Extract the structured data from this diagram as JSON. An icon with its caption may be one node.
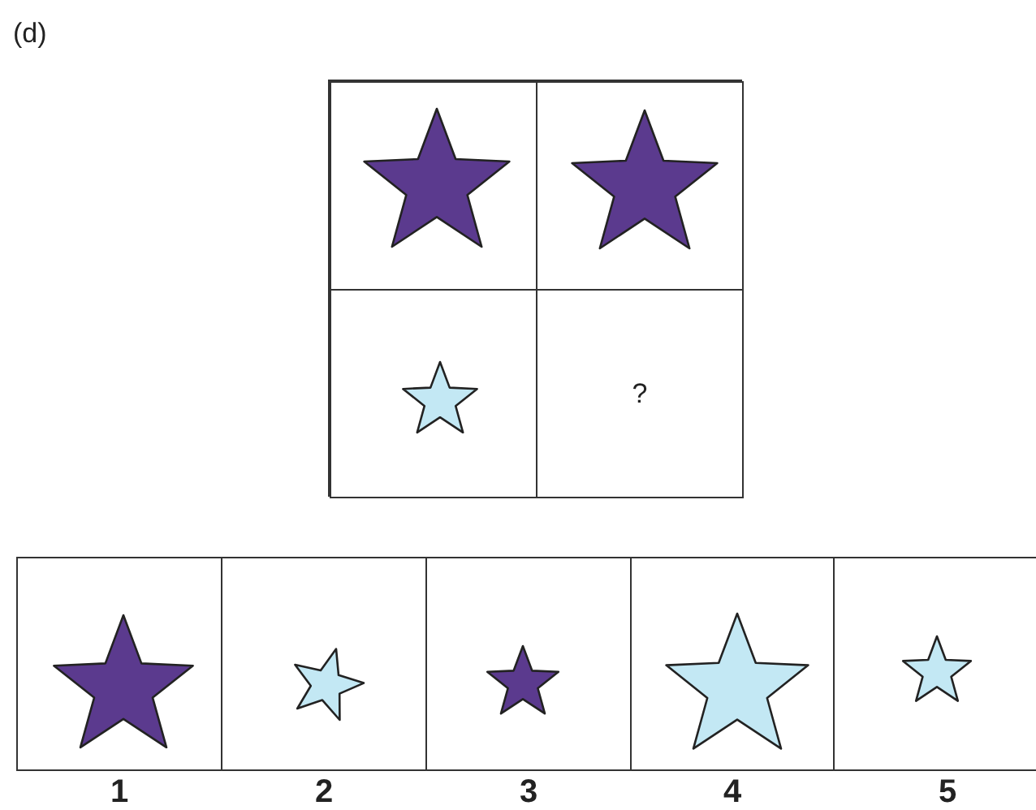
{
  "diagram": {
    "nodes": [
      {
        "text": [],
        "shape": "box"
      },
      {
        "text": [],
        "shape": "box",
        "in": 0
      },
      {
        "text": [],
        "shape": "star",
        "in": 1
      },
      {
        "text": [],
        "shape": "box",
        "in": 0
      },
      {
        "text": [],
        "shape": "star",
        "in": 3
      },
      {
        "text": [],
        "shape": "box",
        "in": 0
      },
      {
        "text": [],
        "shape": "star",
        "in": 5
      },
      {
        "text": [
          "?"
        ],
        "in": 0
      },
      {
        "text": [],
        "shape": "box",
        "beside": [
          "1"
        ]
      },
      {
        "text": [],
        "shape": "star",
        "in": 8
      },
      {
        "text": [],
        "shape": "box",
        "beside": [
          "2"
        ]
      },
      {
        "text": [],
        "shape": "star",
        "in": 10
      },
      {
        "text": [],
        "shape": "box",
        "beside": [
          "3"
        ]
      },
      {
        "text": [],
        "shape": "star",
        "in": 12
      },
      {
        "text": [],
        "shape": "box",
        "beside": [
          "4"
        ]
      },
      {
        "text": [],
        "shape": "star",
        "in": 14
      },
      {
        "text": [],
        "shape": "box",
        "beside": [
          "5"
        ]
      },
      {
        "text": [],
        "shape": "star",
        "in": 16
      }
    ],
    "labels": [
      "(d)"
    ]
  }
}
